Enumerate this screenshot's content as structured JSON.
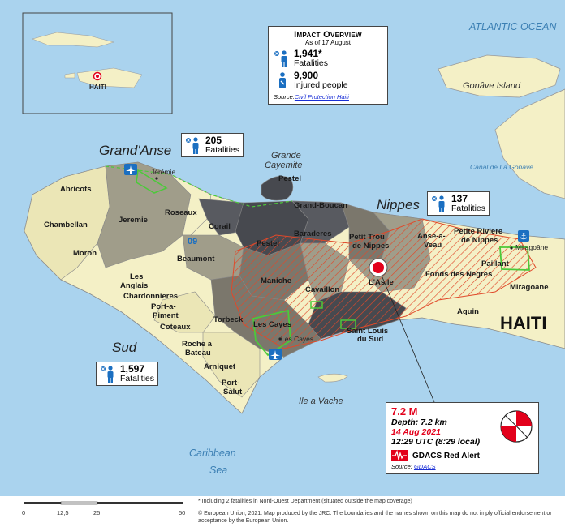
{
  "map": {
    "country_label": "HAITI",
    "inset_label": "HAITI",
    "regions": {
      "grand_anse": "Grand'Anse",
      "nippes": "Nippes",
      "sud": "Sud"
    },
    "seas": {
      "atlantic": "ATLANTIC OCEAN",
      "canal": "Canal de La Gonâve",
      "caribbean_1": "Caribbean",
      "caribbean_2": "Sea"
    },
    "islands": {
      "gonave": "Gonâve Island",
      "cayemite_1": "Grande",
      "cayemite_2": "Cayemite",
      "vache": "Ile a Vache"
    },
    "towns": {
      "jeremie": "Jérémie",
      "les_cayes": "Les Cayes",
      "miragoane": "Miragoâne"
    },
    "municipalities": {
      "abricots": "Abricots",
      "chambellan": "Chambellan",
      "moron": "Moron",
      "jeremie": "Jeremie",
      "roseaux": "Roseaux",
      "corail": "Corail",
      "n09": "09",
      "beaumont": "Beaumont",
      "pestel_island": "Pestel",
      "pestel": "Pestel",
      "grand_boucan": "Grand-Boucan",
      "baraderes": "Baraderes",
      "petit_trou_1": "Petit Trou",
      "petit_trou_2": "de Nippes",
      "anse_1": "Anse-a-",
      "anse_2": "Veau",
      "petite_riviere_1": "Petite Riviere",
      "petite_riviere_2": "de Nippes",
      "paillant": "Paillant",
      "fonds": "Fonds des Negres",
      "miragoane": "Miragoane",
      "lasile": "L'Asile",
      "aquin": "Aquin",
      "maniche": "Maniche",
      "cavaillon": "Cavaillon",
      "les_anglais_1": "Les",
      "les_anglais_2": "Anglais",
      "chardonnieres": "Chardonnieres",
      "port_piment_1": "Port-a-",
      "port_piment_2": "Piment",
      "coteaux": "Coteaux",
      "roche_1": "Roche a",
      "roche_2": "Bateau",
      "torbeck": "Torbeck",
      "les_cayes": "Les Cayes",
      "st_louis_1": "Saint Louis",
      "st_louis_2": "du Sud",
      "arniquet": "Arniquet",
      "port_salut_1": "Port-",
      "port_salut_2": "Salut"
    }
  },
  "fatalities": {
    "grand_anse": {
      "num": "205",
      "label": "Fatalities"
    },
    "nippes": {
      "num": "137",
      "label": "Fatalities"
    },
    "sud": {
      "num": "1,597",
      "label": "Fatalities"
    }
  },
  "overview": {
    "title": "Impact Overview",
    "date": "As of 17 August",
    "fatalities_num": "1,941*",
    "fatalities_label": "Fatalities",
    "injured_num": "9,900",
    "injured_label": "Injured people",
    "source_prefix": "Source:",
    "source_link": "Civil Protection Haiti"
  },
  "earthquake": {
    "magnitude": "7.2 M",
    "depth": "Depth: 7.2 km",
    "date": "14 Aug 2021",
    "time": "12:29 UTC (8:29 local)",
    "alert": "GDACS Red Alert",
    "source_prefix": "Source: ",
    "source_link": "GDACS"
  },
  "footnotes": {
    "note": "* Including 2 fatalities in Nord-Ouest Department (situated outside the map coverage)",
    "copyright": "© European Union, 2021. Map produced by the JRC. The boundaries and the names shown on this map do not imply official endorsement or acceptance by the European Union."
  },
  "scale": {
    "t0": "0",
    "t1": "12,5",
    "t2": "25",
    "t3": "50"
  },
  "colors": {
    "water": "#aad3ee",
    "land_cream": "#f4f0c6",
    "land_tan": "#ddd9a8",
    "gray_light": "#a09d8a",
    "gray_mid": "#7b776c",
    "gray_dark": "#585a60",
    "gray_darkest": "#47494f",
    "hatch": "#e0492a",
    "epicenter": "#e3001b",
    "airport": "#1b6fc1",
    "greenline": "#4cc93a"
  }
}
